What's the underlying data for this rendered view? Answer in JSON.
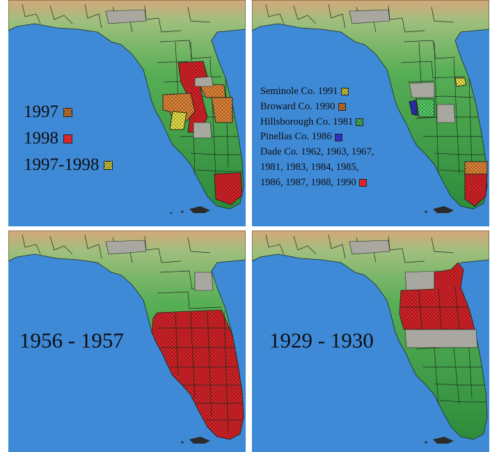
{
  "colors": {
    "water": "#3f8ad6",
    "land_green": "#3fa14a",
    "land_gray": "#a8a8a0",
    "county_line": "#1d2a1d",
    "red": "#e0242a",
    "orange": "#e98a3a",
    "yellow": "#f0e84c",
    "green_light": "#5ad36a",
    "blue": "#3030c0"
  },
  "panels": [
    {
      "id": "1997-1998",
      "legend": [
        {
          "label": "1997",
          "color": "#e98a3a"
        },
        {
          "label": "1998",
          "color": "#e0242a"
        },
        {
          "label": "1997-1998",
          "color": "#f0e84c"
        }
      ]
    },
    {
      "id": "county-history",
      "legend": [
        {
          "label": "Seminole Co. 1991",
          "color": "#f0e84c"
        },
        {
          "label": "Broward Co. 1990",
          "color": "#e98a3a"
        },
        {
          "label": "Hillsborough Co. 1981",
          "color": "#5ad36a"
        },
        {
          "label": "Pinellas Co. 1986",
          "color": "#3030c0"
        },
        {
          "label": "Dade Co. 1962, 1963, 1967,",
          "color": null
        },
        {
          "label": "1981, 1983, 1984, 1985,",
          "color": null
        },
        {
          "label": "1986, 1987, 1988, 1990",
          "color": "#e0242a"
        }
      ]
    },
    {
      "id": "1956-1957",
      "label": "1956 - 1957"
    },
    {
      "id": "1929-1930",
      "label": "1929 - 1930"
    }
  ]
}
